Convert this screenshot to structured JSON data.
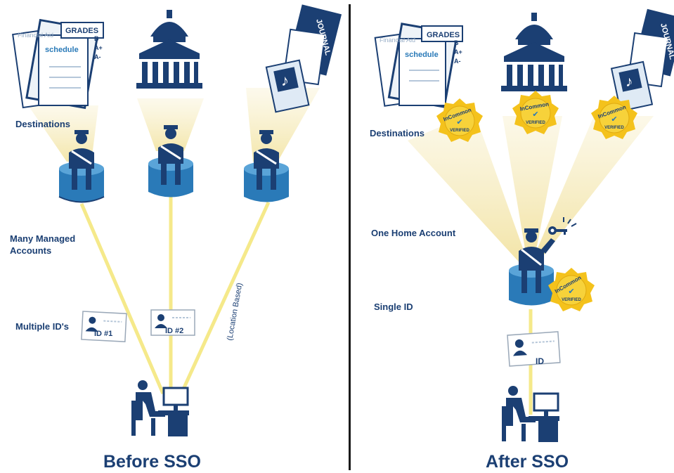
{
  "before": {
    "caption": "Before SSO",
    "destinations_label": "Destinations",
    "accounts_label": "Many Managed\nAccounts",
    "ids_label": "Multiple ID's",
    "location_label": "(Location Based)",
    "id_cards": [
      "ID  #1",
      "ID  #2"
    ]
  },
  "after": {
    "caption": "After SSO",
    "destinations_label": "Destinations",
    "home_account_label": "One Home Account",
    "single_id_label": "Single ID",
    "id_card": "ID"
  },
  "documents": {
    "grades": "GRADES",
    "schedule": "schedule",
    "financial_aid": "Financial Aid",
    "grade_letters": [
      "B",
      "A+",
      "A-"
    ],
    "journal": "JOURNAL"
  },
  "badge": {
    "brand": "InCommon",
    "status": "VERIFIED"
  },
  "colors": {
    "navy": "#1b3f73",
    "cylinder": "#2a7ab8",
    "beam": "#f2e6b0",
    "line": "#f5e98a",
    "badge": "#f4c21c"
  }
}
